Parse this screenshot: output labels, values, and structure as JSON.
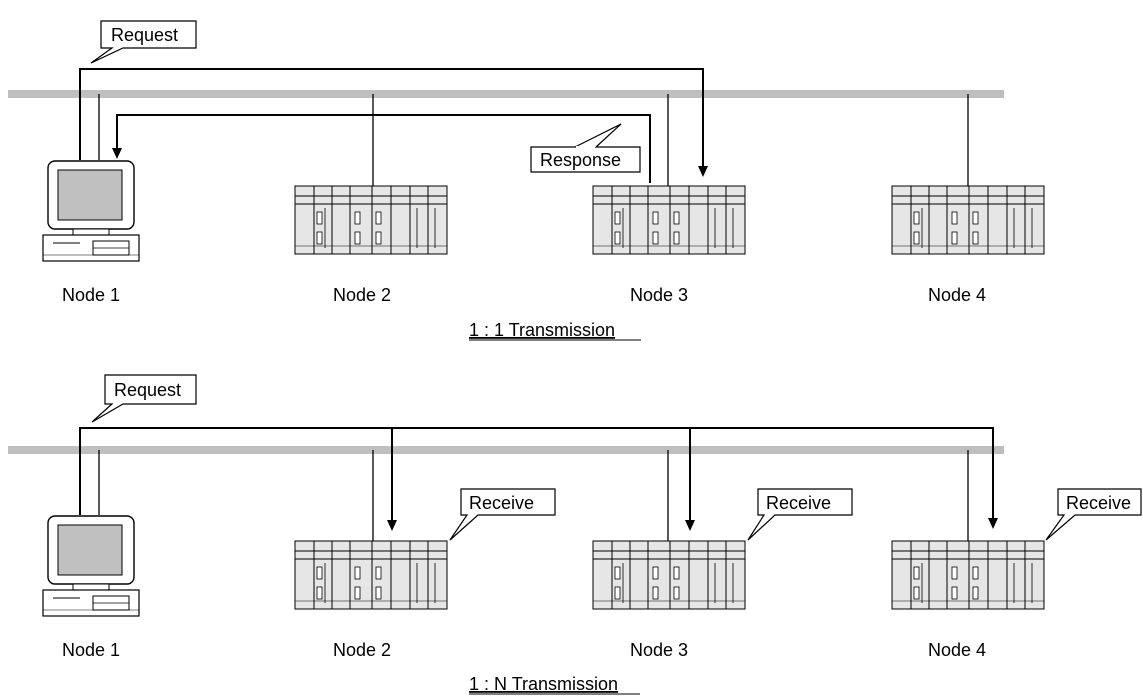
{
  "top": {
    "request_label": "Request",
    "response_label": "Response",
    "nodes": [
      "Node 1",
      "Node 2",
      "Node 3",
      "Node 4"
    ],
    "caption": "1 : 1 Transmission"
  },
  "bottom": {
    "request_label": "Request",
    "receive_labels": [
      "Receive",
      "Receive",
      "Receive"
    ],
    "nodes": [
      "Node 1",
      "Node 2",
      "Node 3",
      "Node 4"
    ],
    "caption": "1 : N Transmission"
  },
  "colors": {
    "bus": "#bfbfbf",
    "device_fill": "#e6e6e6",
    "screen": "#c0c0c0",
    "line": "#000000"
  }
}
